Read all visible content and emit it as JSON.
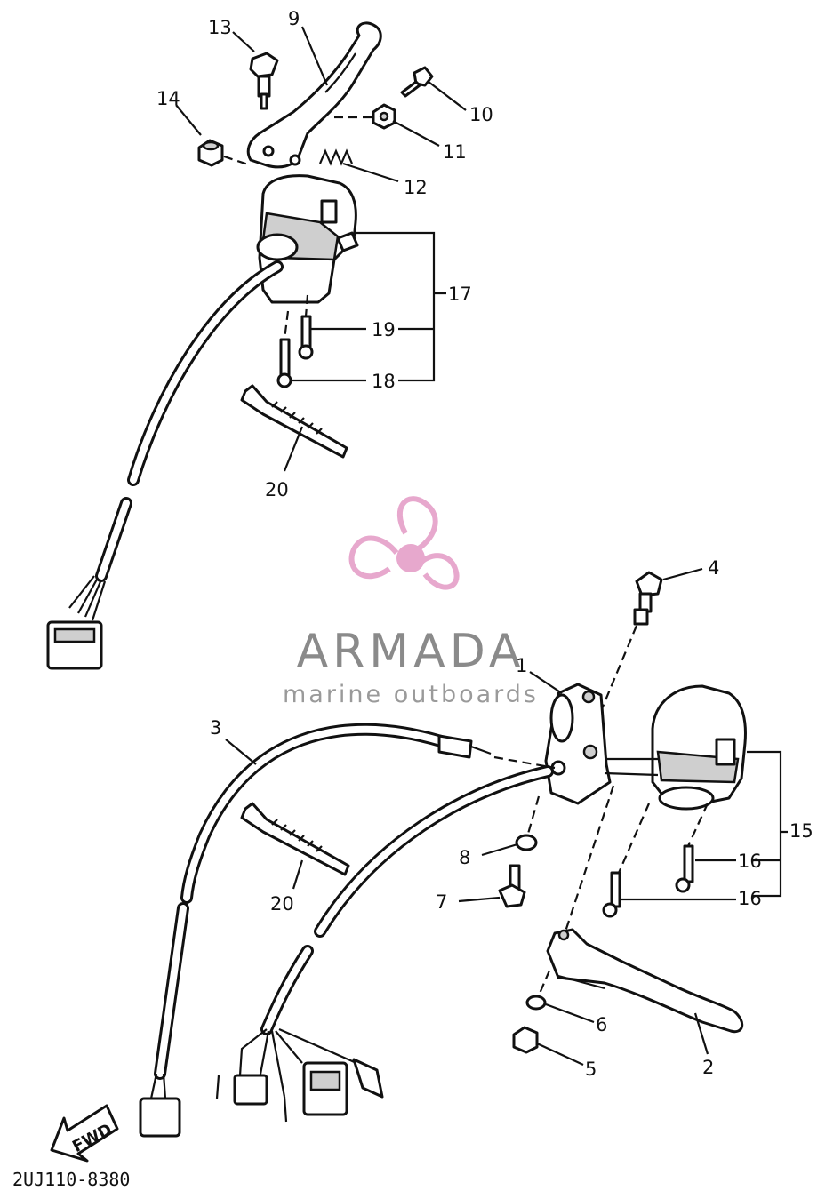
{
  "diagram": {
    "part_labels": [
      {
        "id": "13",
        "text": "13"
      },
      {
        "id": "9",
        "text": "9"
      },
      {
        "id": "14",
        "text": "14"
      },
      {
        "id": "10",
        "text": "10"
      },
      {
        "id": "11",
        "text": "11"
      },
      {
        "id": "12",
        "text": "12"
      },
      {
        "id": "17",
        "text": "17"
      },
      {
        "id": "19",
        "text": "19"
      },
      {
        "id": "18",
        "text": "18"
      },
      {
        "id": "20a",
        "text": "20"
      },
      {
        "id": "4",
        "text": "4"
      },
      {
        "id": "1",
        "text": "1"
      },
      {
        "id": "3",
        "text": "3"
      },
      {
        "id": "15",
        "text": "15"
      },
      {
        "id": "16a",
        "text": "16"
      },
      {
        "id": "16b",
        "text": "16"
      },
      {
        "id": "8",
        "text": "8"
      },
      {
        "id": "7",
        "text": "7"
      },
      {
        "id": "20b",
        "text": "20"
      },
      {
        "id": "6",
        "text": "6"
      },
      {
        "id": "5",
        "text": "5"
      },
      {
        "id": "2",
        "text": "2"
      }
    ],
    "direction_arrow": "FWD",
    "diagram_code": "2UJ110-8380"
  },
  "watermark": {
    "title": "ARMADA",
    "subtitle": "marine outboards",
    "colors": {
      "petal": "#e7a8cd",
      "hub": "#e7a8cd",
      "text": "#8a8a8a"
    }
  }
}
